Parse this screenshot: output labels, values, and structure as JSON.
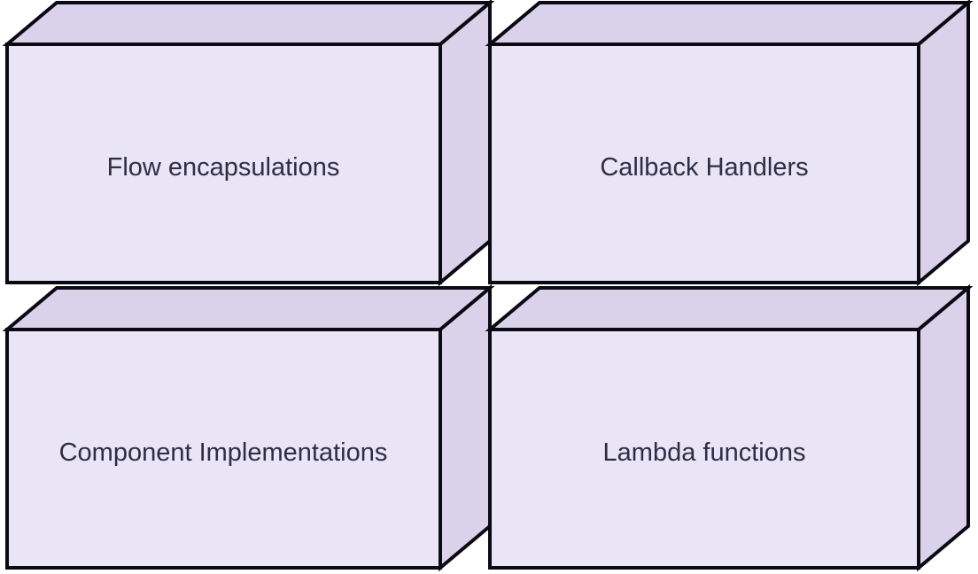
{
  "diagram": {
    "type": "3d-box-grid",
    "background": "#ffffff",
    "colors": {
      "front_fill": "#e9e4f6",
      "side_fill": "#d9d2ea",
      "stroke": "#0a0a12",
      "text": "#2d2d44"
    },
    "boxes": [
      {
        "id": "flow-encapsulations",
        "label": "Flow encapsulations"
      },
      {
        "id": "callback-handlers",
        "label": "Callback Handlers"
      },
      {
        "id": "component-implementations",
        "label": "Component Implementations"
      },
      {
        "id": "lambda-functions",
        "label": "Lambda functions"
      }
    ]
  }
}
